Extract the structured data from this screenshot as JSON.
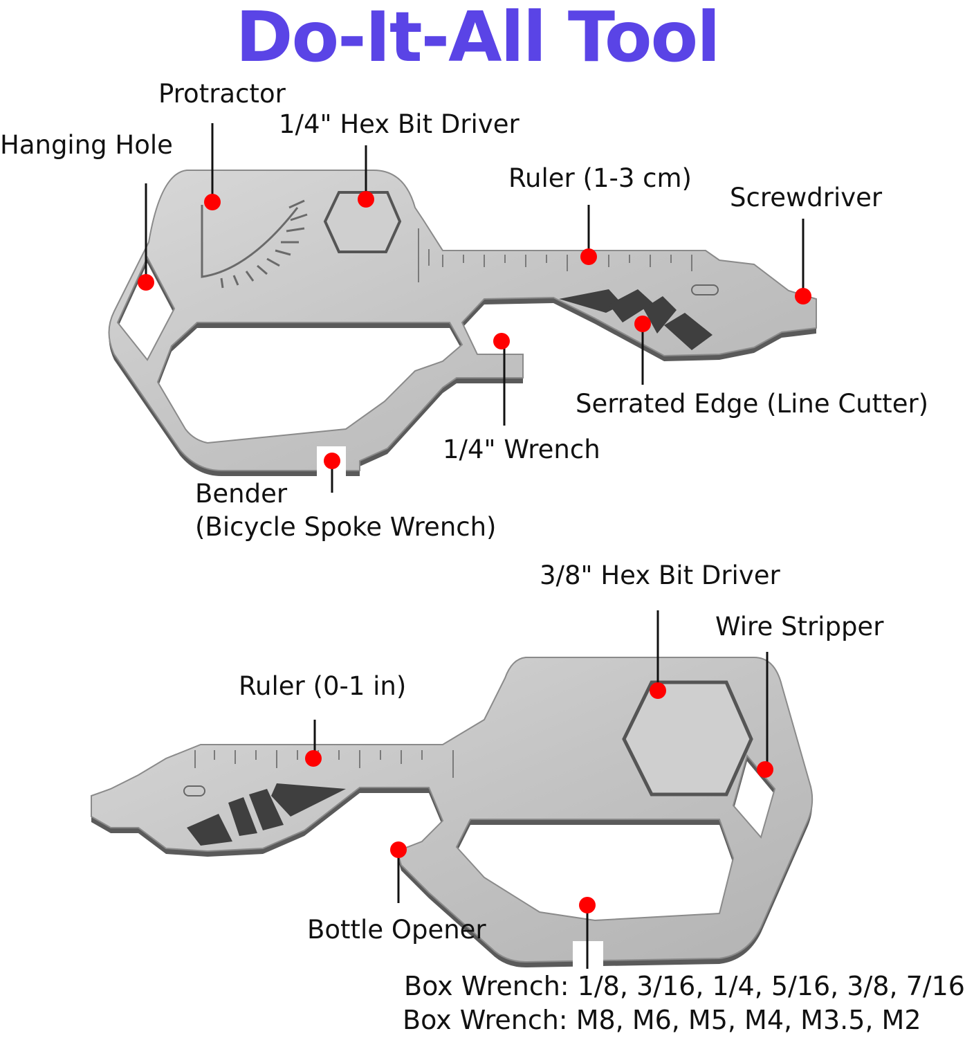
{
  "title": "Do-It-All Tool",
  "colors": {
    "title": "#5a44e6",
    "metal": "#c9c9c9",
    "metal_edge": "#6f6f6f",
    "metal_shadow": "#4d4d4d",
    "marker": "#ff0000",
    "leader": "#111111"
  },
  "labels": {
    "hanging_hole": "Hanging Hole",
    "protractor": "Protractor",
    "hex_quarter": "1/4\" Hex Bit Driver",
    "ruler_cm": "Ruler (1-3 cm)",
    "screwdriver": "Screwdriver",
    "serrated_edge": "Serrated Edge (Line Cutter)",
    "wrench_quarter": "1/4\" Wrench",
    "bender_line1": "Bender",
    "bender_line2": "(Bicycle Spoke Wrench)",
    "hex_three_eighths": "3/8\" Hex Bit Driver",
    "wire_stripper": "Wire Stripper",
    "ruler_in": "Ruler (0-1 in)",
    "bottle_opener": "Bottle Opener",
    "box_wrench_imperial": "Box Wrench: 1/8, 3/16, 1/4, 5/16, 3/8, 7/16",
    "box_wrench_metric": "Box Wrench: M8, M6, M5, M4, M3.5, M2"
  }
}
